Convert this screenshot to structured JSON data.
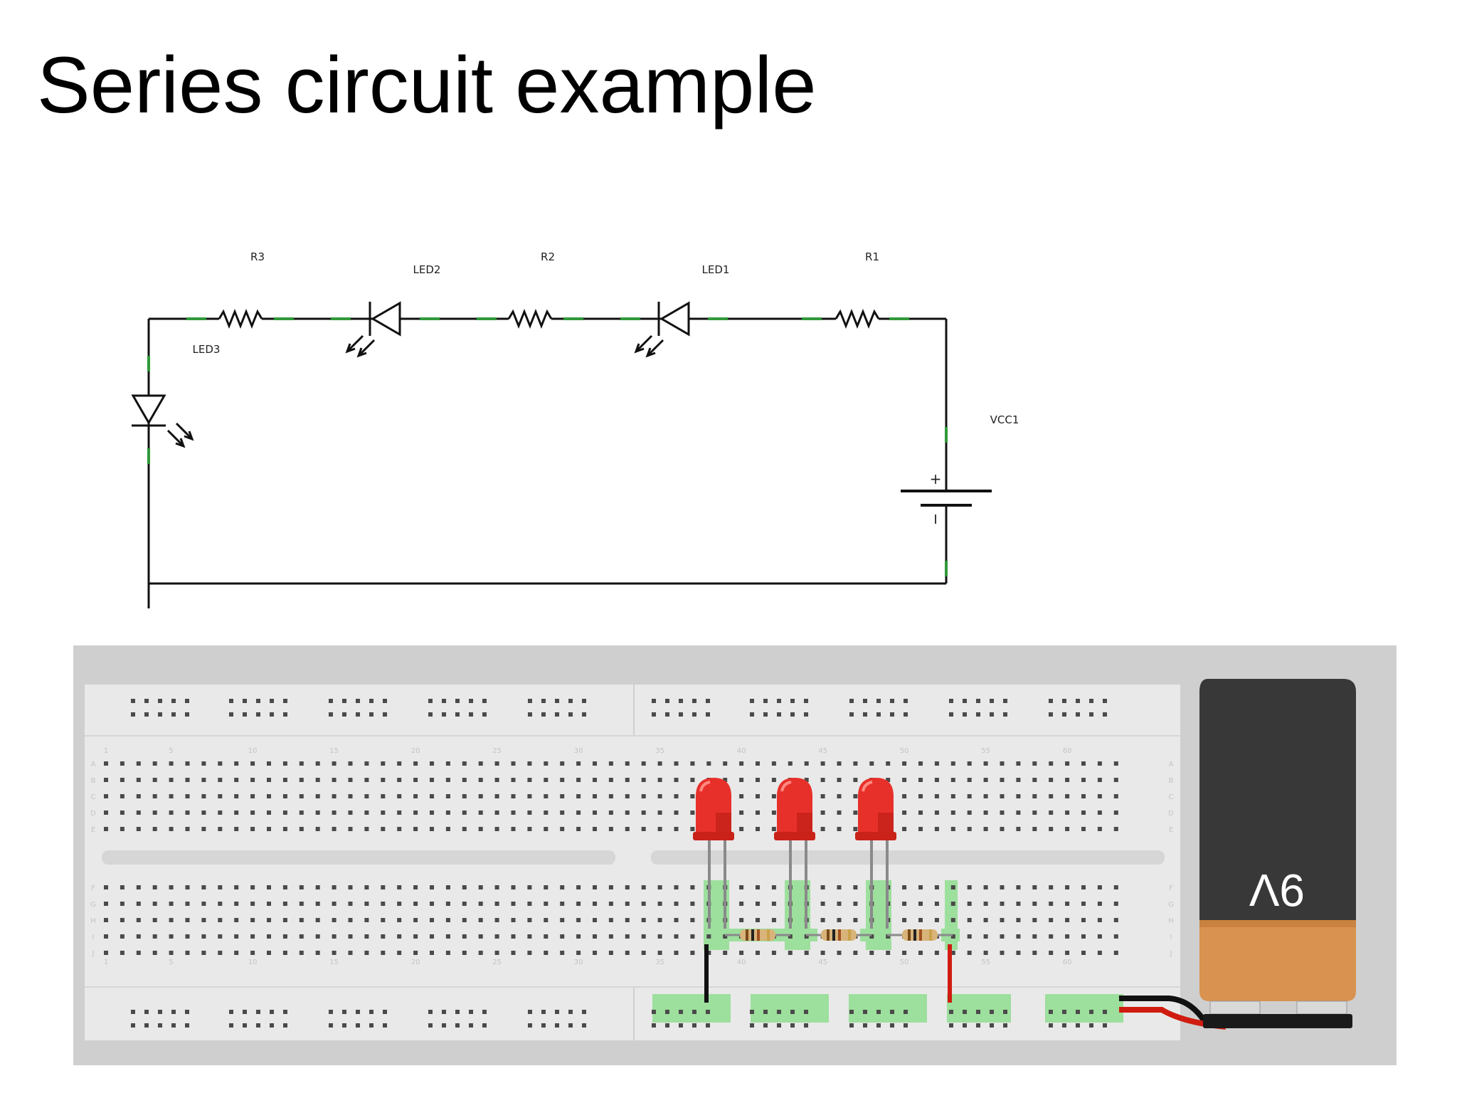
{
  "title": "Series circuit example",
  "schematic": {
    "components": [
      {
        "id": "R3",
        "type": "resistor"
      },
      {
        "id": "LED2",
        "type": "led"
      },
      {
        "id": "R2",
        "type": "resistor"
      },
      {
        "id": "LED1",
        "type": "led"
      },
      {
        "id": "R1",
        "type": "resistor"
      },
      {
        "id": "LED3",
        "type": "led"
      },
      {
        "id": "VCC1",
        "type": "battery"
      }
    ],
    "battery_plus": "+",
    "battery_minus": "I"
  },
  "breadboard": {
    "column_numbers": [
      "1",
      "5",
      "10",
      "15",
      "20",
      "25",
      "30",
      "35",
      "40",
      "45",
      "50",
      "55",
      "60"
    ],
    "row_letters_top": [
      "A",
      "B",
      "C",
      "D",
      "E"
    ],
    "row_letters_bottom": [
      "F",
      "G",
      "H",
      "I",
      "J"
    ],
    "battery_label": "9V",
    "colors": {
      "led": "#e8302a",
      "wire_negative": "#111111",
      "wire_positive": "#d01c10",
      "highlight": "#8fd88f",
      "battery_top": "#383838",
      "battery_bottom": "#d9924f"
    }
  }
}
